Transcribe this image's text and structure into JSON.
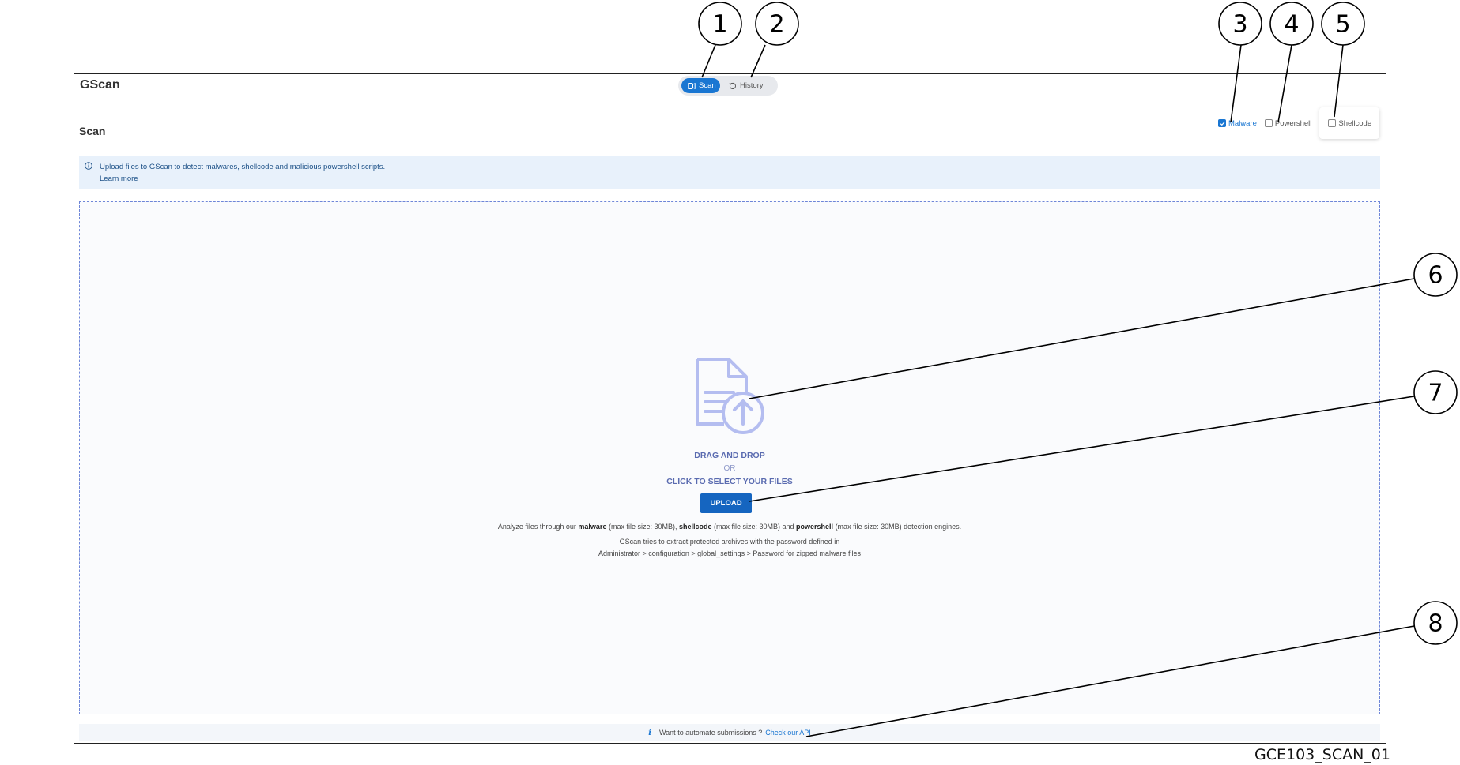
{
  "app": {
    "title": "GScan"
  },
  "nav": {
    "scan_label": "Scan",
    "history_label": "History"
  },
  "page": {
    "title": "Scan"
  },
  "engines": [
    {
      "label": "Malware",
      "checked": true
    },
    {
      "label": "Powershell",
      "checked": false
    },
    {
      "label": "Shellcode",
      "checked": false
    }
  ],
  "info": {
    "text": "Upload files to GScan to detect malwares, shellcode and malicious powershell scripts.",
    "link": "Learn more"
  },
  "dropzone": {
    "line1": "DRAG AND DROP",
    "or": "OR",
    "line2": "CLICK TO SELECT YOUR FILES",
    "upload_label": "UPLOAD",
    "desc": {
      "p1": "Analyze files through our ",
      "b1": "malware",
      "p2": " (max file size: 30MB), ",
      "b2": "shellcode",
      "p3": " (max file size: 30MB) and ",
      "b3": "powershell",
      "p4": " (max file size: 30MB) detection engines."
    },
    "archive_line1": "GScan tries to extract protected archives with the password defined in",
    "archive_line2": "Administrator > configuration > global_settings > Password for zipped malware files"
  },
  "api": {
    "text": "Want to automate submissions ?",
    "link": "Check our API"
  },
  "callouts": [
    "1",
    "2",
    "3",
    "4",
    "5",
    "6",
    "7",
    "8"
  ],
  "caption": "GCE103_SCAN_01",
  "colors": {
    "accent": "#1976d2",
    "upload_button": "#1565c0",
    "dropzone_border": "#6e86d8",
    "info_bg": "#e8f1fb"
  }
}
